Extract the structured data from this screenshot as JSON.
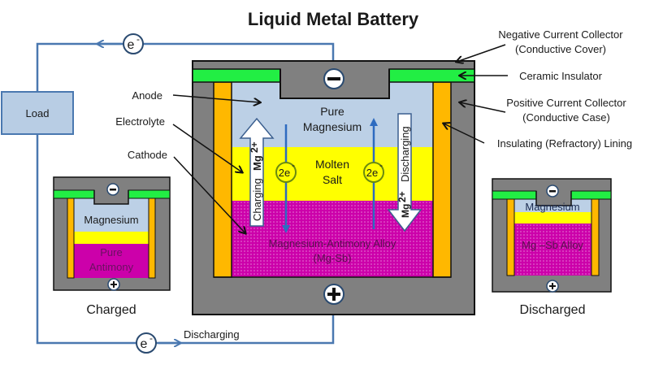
{
  "title": "Liquid Metal Battery",
  "colors": {
    "case": "#808080",
    "insulator": "#22ee44",
    "lining": "#ffb800",
    "magnesium": "#bcd0e6",
    "salt": "#ffff00",
    "alloy": "#cc00aa",
    "wire": "#4a78b0",
    "load": "#b8cde4"
  },
  "circuit": {
    "load_label": "Load",
    "electron_top": "e",
    "electron_bottom": "e",
    "electron_superscript": "-",
    "discharging_label": "Discharging"
  },
  "left_labels": {
    "anode": "Anode",
    "electrolyte": "Electrolyte",
    "cathode": "Cathode"
  },
  "right_labels": {
    "negative_collector": "Negative Current Collector",
    "negative_collector_sub": "(Conductive Cover)",
    "ceramic_insulator": "Ceramic Insulator",
    "positive_collector": "Positive Current Collector",
    "positive_collector_sub": "(Conductive Case)",
    "lining": "Insulating (Refractory) Lining"
  },
  "main_cell": {
    "terminal_negative": "−",
    "terminal_positive": "+",
    "layer_top_line1": "Pure",
    "layer_top_line2": "Magnesium",
    "layer_mid_line1": "Molten",
    "layer_mid_line2": "Salt",
    "layer_bottom_line1": "Magnesium-Antimony Alloy",
    "layer_bottom_line2": "(Mg-Sb)",
    "charging_arrow_label": "Charging",
    "discharging_arrow_label": "Discharging",
    "ion_label": "Mg",
    "ion_charge": "2+",
    "electron_pair_left": "2e",
    "electron_pair_right": "2e",
    "electron_pair_superscript": "-"
  },
  "charged_cell": {
    "caption": "Charged",
    "terminal_negative": "−",
    "terminal_positive": "+",
    "layer_top": "Magnesium",
    "layer_bottom_line1": "Pure",
    "layer_bottom_line2": "Antimony"
  },
  "discharged_cell": {
    "caption": "Discharged",
    "terminal_negative": "−",
    "terminal_positive": "+",
    "layer_top": "Magnesium",
    "layer_bottom": "Mg –Sb Alloy"
  }
}
